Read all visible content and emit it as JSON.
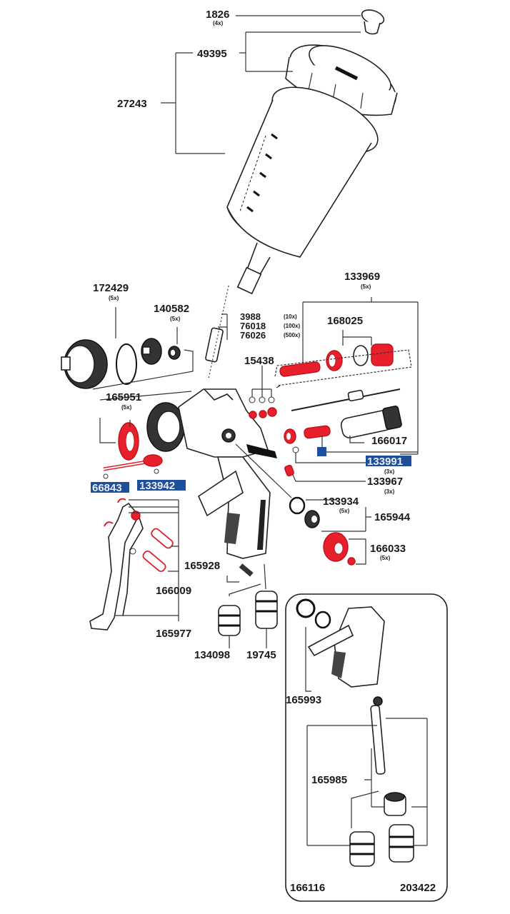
{
  "diagram": {
    "title": "Spray gun exploded parts diagram",
    "colors": {
      "highlight_red": "#e8202c",
      "label_highlight_blue": "#1f4e9a",
      "line": "#333333"
    },
    "labels": {
      "p1826": {
        "part": "1826",
        "qty": "(4x)"
      },
      "p49395": {
        "part": "49395"
      },
      "p27243": {
        "part": "27243"
      },
      "p172429": {
        "part": "172429",
        "qty": "(5x)"
      },
      "p140582": {
        "part": "140582",
        "qty": "(5x)"
      },
      "p133969": {
        "part": "133969",
        "qty": "(5x)"
      },
      "p3988": {
        "part": "3988",
        "qty": "(10x)"
      },
      "p76018": {
        "part": "76018",
        "qty": "(100x)"
      },
      "p76026": {
        "part": "76026",
        "qty": "(500x)"
      },
      "p168025": {
        "part": "168025"
      },
      "p15438": {
        "part": "15438"
      },
      "p165951": {
        "part": "165951",
        "qty": "(5x)"
      },
      "p166017": {
        "part": "166017"
      },
      "p133991": {
        "part": "133991",
        "qty": "(3x)",
        "highlighted": true
      },
      "p133967": {
        "part": "133967",
        "qty": "(3x)"
      },
      "p66843": {
        "part": "66843",
        "highlighted": true
      },
      "p133942": {
        "part": "133942",
        "highlighted": true
      },
      "p133934": {
        "part": "133934",
        "qty": "(5x)"
      },
      "p165944": {
        "part": "165944"
      },
      "p166033": {
        "part": "166033",
        "qty": "(5x)"
      },
      "p165928": {
        "part": "165928"
      },
      "p166009": {
        "part": "166009"
      },
      "p165977": {
        "part": "165977"
      },
      "p134098": {
        "part": "134098"
      },
      "p19745": {
        "part": "19745"
      },
      "p165993": {
        "part": "165993"
      },
      "p165985": {
        "part": "165985"
      },
      "p166116": {
        "part": "166116"
      },
      "p203422": {
        "part": "203422"
      }
    }
  }
}
